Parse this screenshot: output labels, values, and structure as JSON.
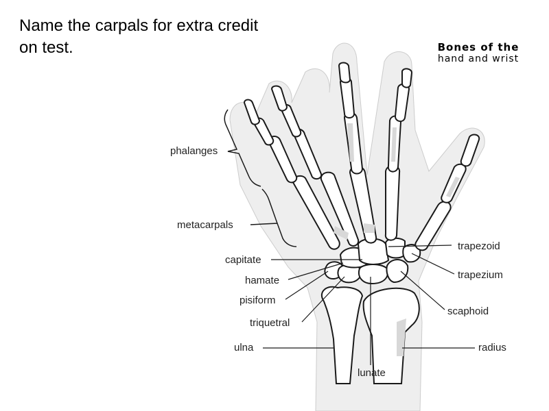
{
  "prompt": {
    "line1": "Name the carpals for extra credit",
    "line2": "on test."
  },
  "figure": {
    "title_line1": "Bones of the",
    "title_line2": "hand and wrist"
  },
  "labels": {
    "phalanges": "phalanges",
    "metacarpals": "metacarpals",
    "capitate": "capitate",
    "hamate": "hamate",
    "pisiform": "pisiform",
    "triquetral": "triquetral",
    "ulna": "ulna",
    "lunate": "lunate",
    "trapezoid": "trapezoid",
    "trapezium": "trapezium",
    "scaphoid": "scaphoid",
    "radius": "radius"
  },
  "colors": {
    "outline": "#1a1a1a",
    "skin": "#eeeeee",
    "bone": "#ffffff",
    "shade": "#d8d8d8"
  }
}
